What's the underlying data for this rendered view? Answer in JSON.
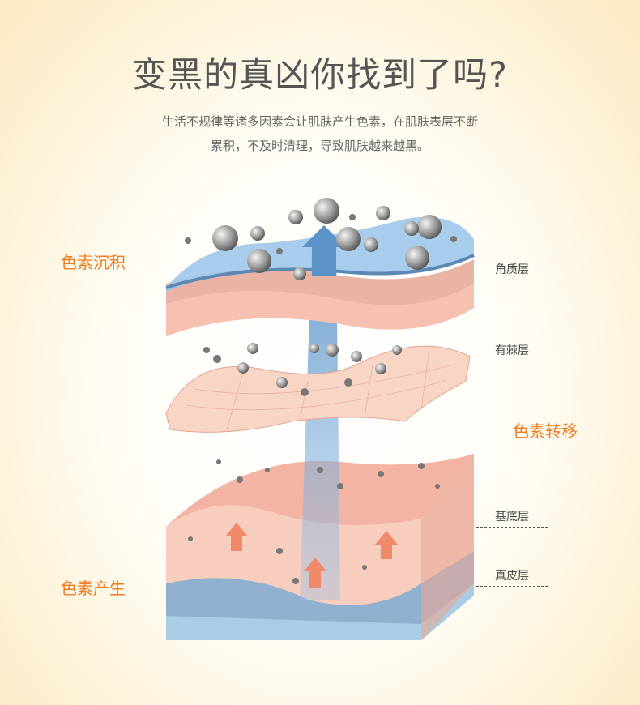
{
  "title": "变黑的真凶你找到了吗?",
  "subtitle": [
    "生活不规律等诸多因素会让肌肤产生色素，在肌肤表层不断",
    "累积，不及时清理，导致肌肤越来越黑。"
  ],
  "stages": {
    "deposit": "色素沉积",
    "transfer": "色素转移",
    "produce": "色素产生"
  },
  "layers": {
    "stratum_corneum": "角质层",
    "spinous": "有棘层",
    "basal": "基底层",
    "dermis": "真皮层"
  },
  "colors": {
    "accent": "#f07a1e",
    "skin": "#f6c3b2",
    "blue": "#8fb8dd"
  }
}
